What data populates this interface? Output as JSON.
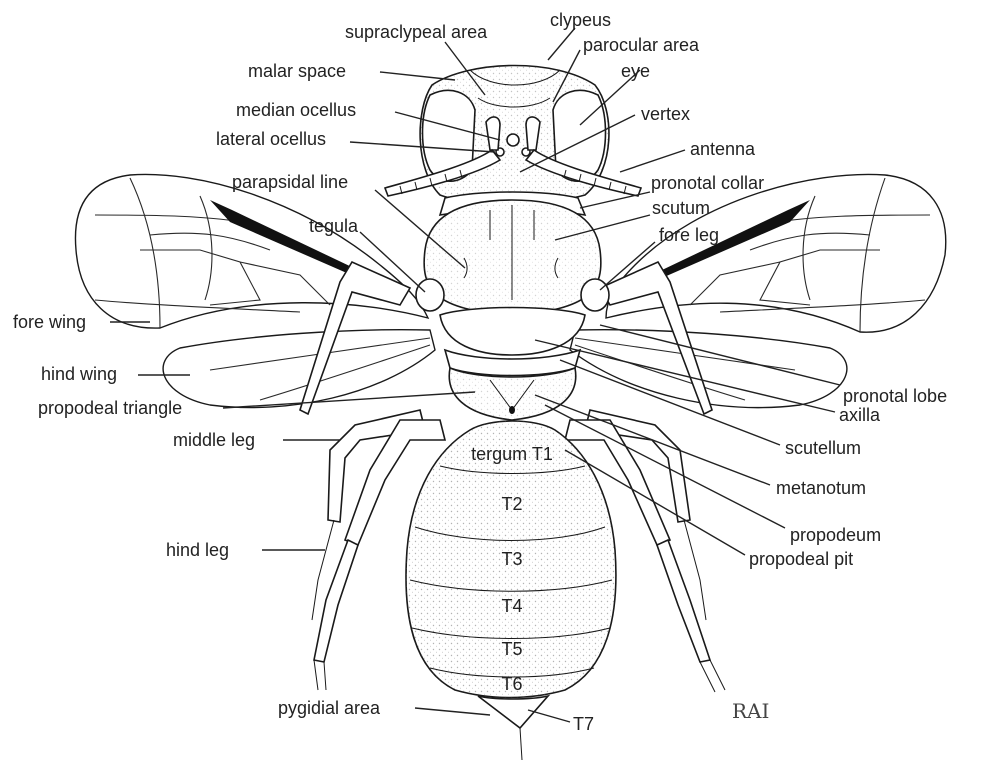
{
  "labels": {
    "supraclypeal_area": "supraclypeal area",
    "clypeus": "clypeus",
    "parocular_area": "parocular area",
    "malar_space": "malar space",
    "eye": "eye",
    "median_ocellus": "median ocellus",
    "vertex": "vertex",
    "lateral_ocellus": "lateral ocellus",
    "antenna": "antenna",
    "parapsidal_line": "parapsidal line",
    "pronotal_collar": "pronotal collar",
    "scutum": "scutum",
    "tegula": "tegula",
    "fore_leg": "fore leg",
    "fore_wing": "fore wing",
    "hind_wing": "hind wing",
    "propodeal_triangle": "propodeal triangle",
    "pronotal_lobe": "pronotal lobe",
    "axilla": "axilla",
    "middle_leg": "middle leg",
    "scutellum": "scutellum",
    "metanotum": "metanotum",
    "propodeum": "propodeum",
    "hind_leg": "hind leg",
    "propodeal_pit": "propodeal pit",
    "pygidial_area": "pygidial area",
    "t7": "T7"
  },
  "segments": {
    "t1": "tergum T1",
    "t2": "T2",
    "t3": "T3",
    "t4": "T4",
    "t5": "T5",
    "t6": "T6"
  },
  "signature": "RAI"
}
